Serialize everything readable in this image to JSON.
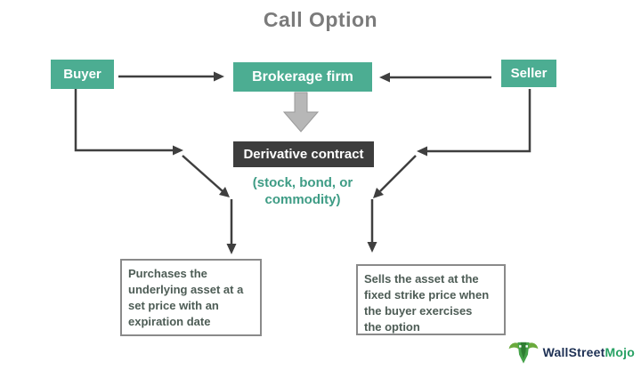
{
  "title": "Call Option",
  "nodes": {
    "buyer": "Buyer",
    "brokerage": "Brokerage firm",
    "seller": "Seller",
    "derivative_contract": "Derivative contract",
    "underlying_note": "(stock, bond, or\ncommodity)"
  },
  "outcomes": {
    "buyer": "Purchases the\nunderlying asset at a\nset price with an\nexpiration date",
    "seller": "Sells the asset at the\nfixed strike price when\nthe buyer exercises\nthe option"
  },
  "logo": {
    "brand": "WallStreet",
    "brand_accent": "Mojo"
  },
  "colors": {
    "teal_box": "#4CAD92",
    "dark_box": "#3D3D3D",
    "arrow": "#3F3F3F",
    "block_arrow_fill": "#B7B7B7",
    "title_text": "#7B7B7B",
    "note_text": "#3E9C85",
    "outcome_text": "#4D5C55",
    "outcome_border": "#8A8A8A",
    "logo_text": "#1D3054",
    "logo_accent": "#27A163"
  }
}
